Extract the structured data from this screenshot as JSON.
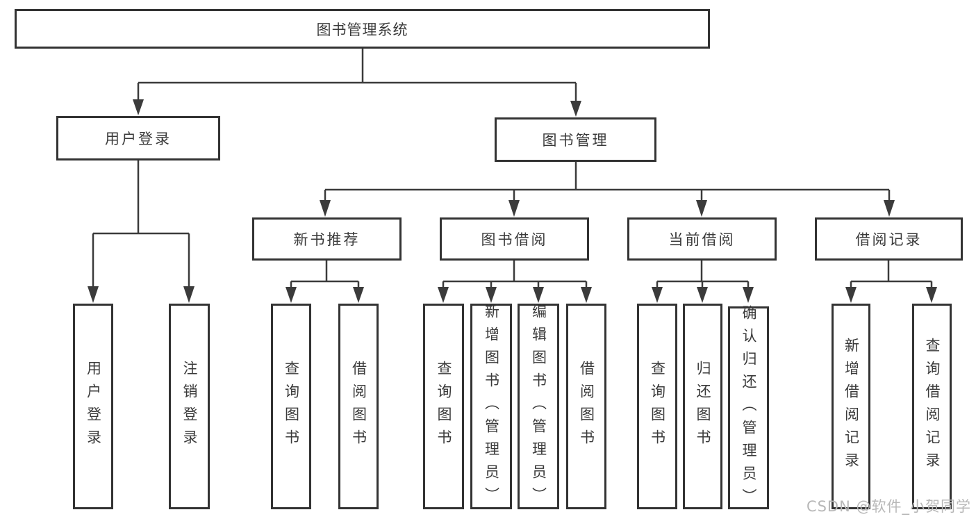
{
  "tree": {
    "label": "图书管理系统",
    "children": [
      {
        "label": "用户登录",
        "children": [
          {
            "label": "用户登录"
          },
          {
            "label": "注销登录"
          }
        ]
      },
      {
        "label": "图书管理",
        "children": [
          {
            "label": "新书推荐",
            "children": [
              {
                "label": "查询图书"
              },
              {
                "label": "借阅图书"
              }
            ]
          },
          {
            "label": "图书借阅",
            "children": [
              {
                "label": "查询图书"
              },
              {
                "label": "新增图书（管理员）"
              },
              {
                "label": "编辑图书（管理员）"
              },
              {
                "label": "借阅图书"
              }
            ]
          },
          {
            "label": "当前借阅",
            "children": [
              {
                "label": "查询图书"
              },
              {
                "label": "归还图书"
              },
              {
                "label": "确认归还（管理员）"
              }
            ]
          },
          {
            "label": "借阅记录",
            "children": [
              {
                "label": "新增借阅记录"
              },
              {
                "label": "查询借阅记录"
              }
            ]
          }
        ]
      }
    ]
  },
  "watermark": {
    "text": "CSDN @软件_小贺同学"
  },
  "colors": {
    "line": "#3b3b3b",
    "border": "#333333",
    "text": "#3a3a3a",
    "watermark": "#b8b8b8",
    "background": "#ffffff"
  }
}
